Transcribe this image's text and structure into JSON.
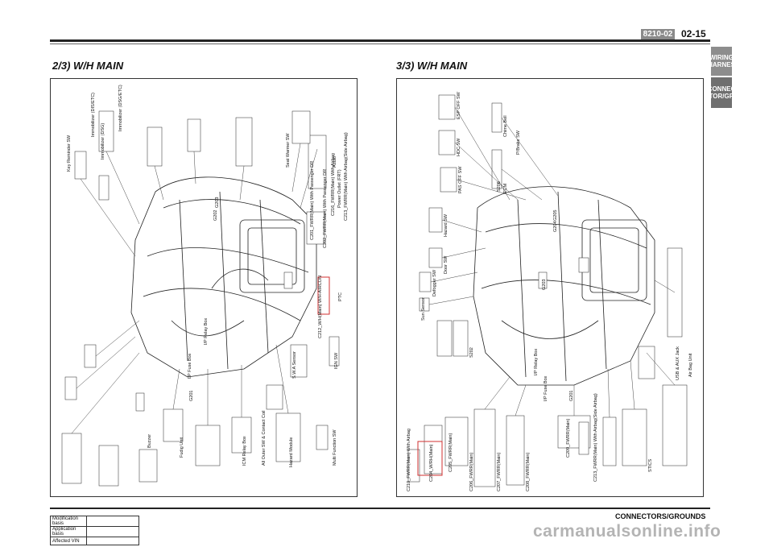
{
  "header": {
    "section_code": "8210-02",
    "page_number": "02-15"
  },
  "side_tabs": [
    {
      "label": "WIRING HARNES"
    },
    {
      "label": "CONNEC TOR/GR"
    }
  ],
  "left_panel": {
    "title": "2/3) W/H MAIN",
    "labels": [
      "Key Reminder SW",
      "Immobilizer (DSG)",
      "Immobilizer (DIS/ETC)",
      "Immobilizer (DSG/ETC)",
      "Buzzer",
      "Fudig Unit",
      "ICM Relay Box",
      "All Outer SW & Contact Coil",
      "Hazard Module",
      "Multi Function SW",
      "IGN SW",
      "S.W.A Sensor",
      "Seat Warmer SW",
      "C212_W/H(Main) W/H-AIRCON",
      "PTC",
      "Audio",
      "C201_FWRR(Main) With Passenger DR",
      "C202_FWRR(Main) With Passenger DR",
      "C216_FWRR(Main) With Airbag",
      "C213_FWRR(Main) With Airbag(Side Airbag)",
      "Power Outlet (FRT)",
      "I/P Relay Box",
      "I/P Fuse Box",
      "G201",
      "G202",
      "G203"
    ]
  },
  "right_panel": {
    "title": "3/3) W/H MAIN",
    "labels": [
      "Sun Sensor",
      "Defogger SW",
      "Door SW",
      "Hazard SW",
      "ESP OFF SW",
      "HDC SW",
      "PAS OFF SW",
      "ECM",
      "Chime Bell",
      "P/Brake SW",
      "S202",
      "S206",
      "G203",
      "G204",
      "G205",
      "USB & AUX Jack",
      "Air Bag Unit",
      "STICS",
      "I/P Relay Box",
      "I/P Fuse Box",
      "C204_W/RH(Main)",
      "C205_FWRR(Main)",
      "C206_FWRR(Main)",
      "C207_FWRR(Main)",
      "C208_FWRR(Main)",
      "C209_FWRR(Main)",
      "C210_FWRR(Main) With Airbag",
      "C213_FWRR(Main) With Airbag(Side Airbag)",
      "G201"
    ]
  },
  "footer": {
    "title": "CONNECTORS/GROUNDS",
    "modification_rows": [
      {
        "label": "Modification basis",
        "value": ""
      },
      {
        "label": "Application basis",
        "value": ""
      },
      {
        "label": "Affected VIN",
        "value": ""
      }
    ],
    "watermark": "carmanualsonline.info"
  }
}
